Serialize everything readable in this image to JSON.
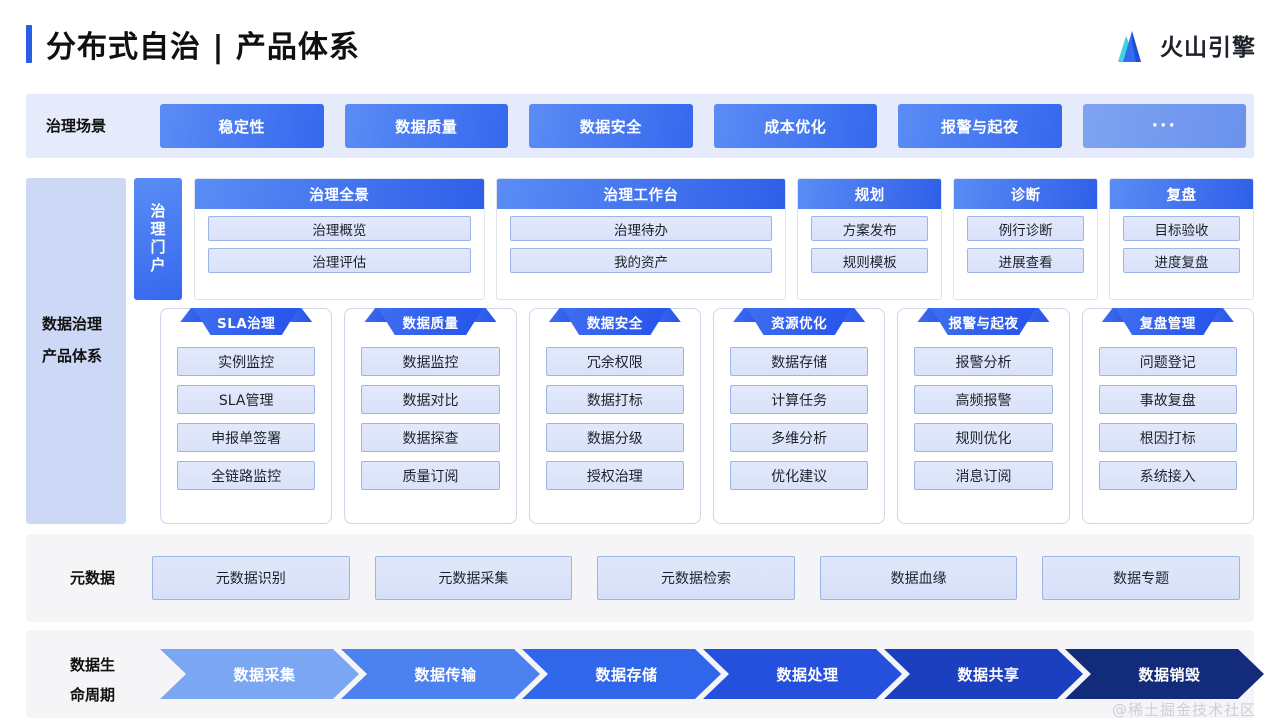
{
  "header": {
    "title": "分布式自治 | 产品体系",
    "brand_name": "火山引擎",
    "accent_color": "#2a5ce8",
    "logo_colors": [
      "#3fd4e0",
      "#2f6ef0",
      "#1f4fd8"
    ]
  },
  "scenarios": {
    "label": "治理场景",
    "items": [
      {
        "label": "稳定性",
        "muted": false
      },
      {
        "label": "数据质量",
        "muted": false
      },
      {
        "label": "数据安全",
        "muted": false
      },
      {
        "label": "成本优化",
        "muted": false
      },
      {
        "label": "报警与起夜",
        "muted": false
      },
      {
        "label": "···",
        "muted": true
      }
    ]
  },
  "products": {
    "label_line1": "数据治理",
    "label_line2": "产品体系",
    "portal_tab": "治理门户",
    "sub_panels": [
      {
        "title": "治理全景",
        "width": "wide",
        "items": [
          "治理概览",
          "治理评估"
        ]
      },
      {
        "title": "治理工作台",
        "width": "wide",
        "items": [
          "治理待办",
          "我的资产"
        ]
      },
      {
        "title": "规划",
        "width": "narrow",
        "items": [
          "方案发布",
          "规则模板"
        ]
      },
      {
        "title": "诊断",
        "width": "narrow",
        "items": [
          "例行诊断",
          "进展查看"
        ]
      },
      {
        "title": "复盘",
        "width": "narrow",
        "items": [
          "目标验收",
          "进度复盘"
        ]
      }
    ],
    "cards": [
      {
        "title": "SLA治理",
        "items": [
          "实例监控",
          "SLA管理",
          "申报单签署",
          "全链路监控"
        ]
      },
      {
        "title": "数据质量",
        "items": [
          "数据监控",
          "数据对比",
          "数据探查",
          "质量订阅"
        ]
      },
      {
        "title": "数据安全",
        "items": [
          "冗余权限",
          "数据打标",
          "数据分级",
          "授权治理"
        ]
      },
      {
        "title": "资源优化",
        "items": [
          "数据存储",
          "计算任务",
          "多维分析",
          "优化建议"
        ]
      },
      {
        "title": "报警与起夜",
        "items": [
          "报警分析",
          "高频报警",
          "规则优化",
          "消息订阅"
        ]
      },
      {
        "title": "复盘管理",
        "items": [
          "问题登记",
          "事故复盘",
          "根因打标",
          "系统接入"
        ]
      }
    ]
  },
  "metadata": {
    "label": "元数据",
    "items": [
      "元数据识别",
      "元数据采集",
      "元数据检索",
      "数据血缘",
      "数据专题"
    ]
  },
  "lifecycle": {
    "label_line1": "数据生",
    "label_line2": "命周期",
    "steps": [
      {
        "label": "数据采集",
        "color": "#7ba7f2"
      },
      {
        "label": "数据传输",
        "color": "#4c82f0"
      },
      {
        "label": "数据存储",
        "color": "#2f66ea"
      },
      {
        "label": "数据处理",
        "color": "#2450dd"
      },
      {
        "label": "数据共享",
        "color": "#1b3fbe"
      },
      {
        "label": "数据销毁",
        "color": "#122b7a"
      }
    ]
  },
  "watermark": "@稀土掘金技术社区"
}
